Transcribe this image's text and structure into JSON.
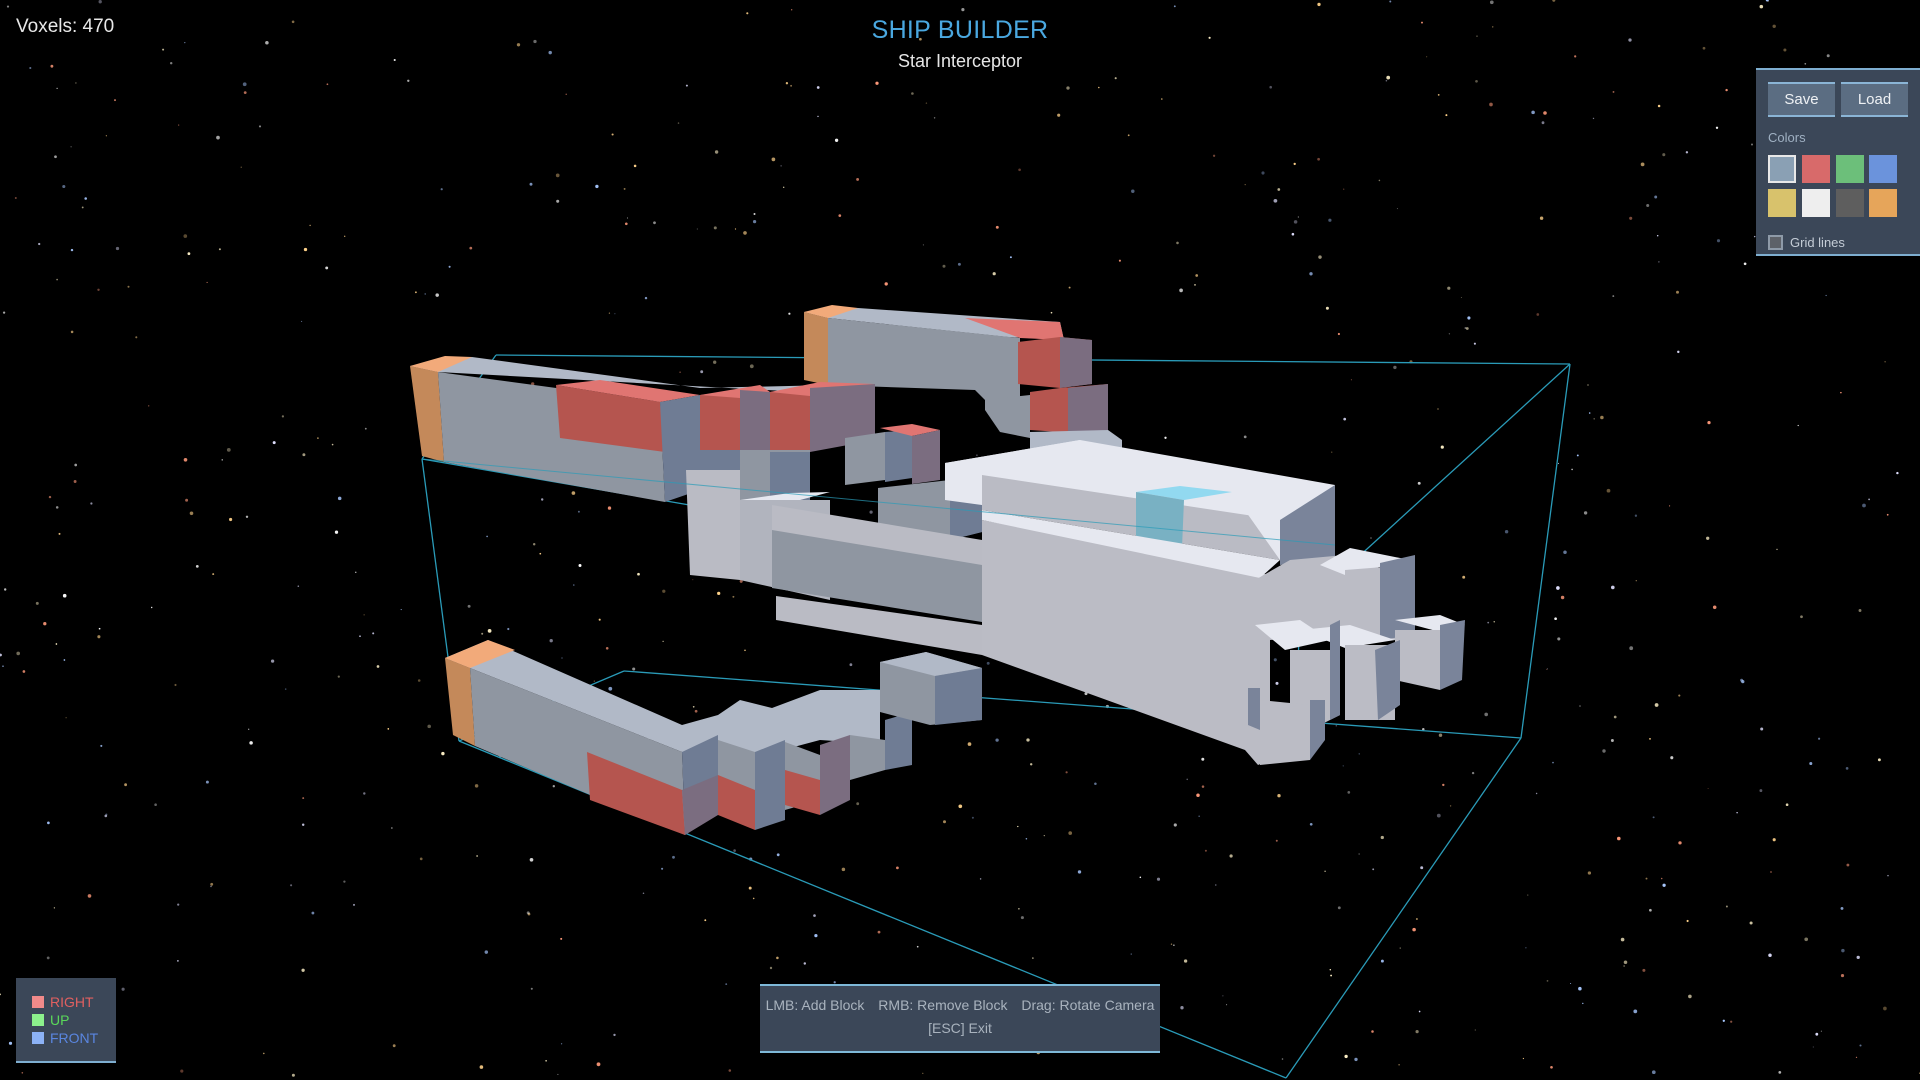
{
  "hud": {
    "voxel_count": "Voxels: 470"
  },
  "header": {
    "title": "SHIP BUILDER",
    "subtitle": "Star Interceptor"
  },
  "panel": {
    "save_label": "Save",
    "load_label": "Load",
    "colors_label": "Colors",
    "swatches": [
      {
        "name": "steel-gray",
        "hex": "#8aa0b4",
        "selected": true
      },
      {
        "name": "red",
        "hex": "#d86a6a",
        "selected": false
      },
      {
        "name": "green",
        "hex": "#6cbf7a",
        "selected": false
      },
      {
        "name": "blue",
        "hex": "#6b93dc",
        "selected": false
      },
      {
        "name": "yellow",
        "hex": "#d8c26c",
        "selected": false
      },
      {
        "name": "white",
        "hex": "#eeeeee",
        "selected": false
      },
      {
        "name": "dark-gray",
        "hex": "#5e5e5e",
        "selected": false
      },
      {
        "name": "orange",
        "hex": "#e6a55a",
        "selected": false
      }
    ],
    "grid_lines_label": "Grid lines",
    "grid_lines_checked": false
  },
  "axis_legend": [
    {
      "label": "RIGHT",
      "color": "#e06060",
      "swatch": "#f08a8a"
    },
    {
      "label": "UP",
      "color": "#5ad85a",
      "swatch": "#8cf08c"
    },
    {
      "label": "FRONT",
      "color": "#5a86e0",
      "swatch": "#8cb2f6"
    }
  ],
  "help": {
    "lmb": "LMB: Add Block",
    "rmb": "RMB: Remove Block",
    "drag": "Drag: Rotate Camera",
    "esc": "[ESC] Exit"
  },
  "scene": {
    "bounding_box_color": "#2a9bb8",
    "palette": {
      "gray_top": "#b1b9c7",
      "gray_front": "#8f96a1",
      "gray_side": "#707d94",
      "white_top": "#e6e8f0",
      "white_front": "#bbbcc5",
      "white_side": "#7a849a",
      "red_top": "#e07572",
      "red_front": "#b5554f",
      "red_side": "#7b6d80",
      "orange_top": "#f2aa7a",
      "orange_front": "#c4895a",
      "cyan_top": "#92d9f0",
      "cyan_front": "#79b1c3"
    }
  }
}
